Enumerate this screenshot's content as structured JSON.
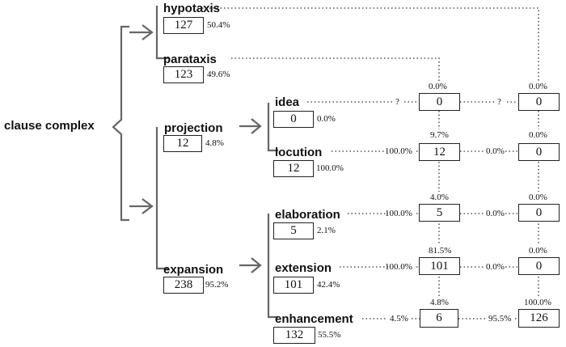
{
  "root": {
    "label": "clause complex"
  },
  "taxis": {
    "hypotaxis": {
      "label": "hypotaxis",
      "count": "127",
      "pct": "50.4%"
    },
    "parataxis": {
      "label": "parataxis",
      "count": "123",
      "pct": "49.6%"
    }
  },
  "logico": {
    "projection": {
      "label": "projection",
      "count": "12",
      "pct": "4.8%"
    },
    "expansion": {
      "label": "expansion",
      "count": "238",
      "pct": "95.2%"
    }
  },
  "projection_types": {
    "idea": {
      "label": "idea",
      "count": "0",
      "pct": "0.0%",
      "link_left": "?",
      "link_right": "?"
    },
    "locution": {
      "label": "locution",
      "count": "12",
      "pct": "100.0%",
      "link_left": "100.0%",
      "link_right": "0.0%"
    }
  },
  "expansion_types": {
    "elaboration": {
      "label": "elaboration",
      "count": "5",
      "pct": "2.1%",
      "link_left": "100.0%",
      "link_right": "0.0%"
    },
    "extension": {
      "label": "extension",
      "count": "101",
      "pct": "42.4%",
      "link_left": "100.0%",
      "link_right": "0.0%"
    },
    "enhancement": {
      "label": "enhancement",
      "count": "132",
      "pct": "55.5%",
      "link_left": "4.5%",
      "link_right": "95.5%"
    }
  },
  "parataxis_column": [
    {
      "count": "0",
      "pct": "0.0%"
    },
    {
      "count": "12",
      "pct": "9.7%"
    },
    {
      "count": "5",
      "pct": "4.0%"
    },
    {
      "count": "101",
      "pct": "81.5%"
    },
    {
      "count": "6",
      "pct": "4.8%"
    }
  ],
  "hypotaxis_column": [
    {
      "count": "0",
      "pct": "0.0%"
    },
    {
      "count": "0",
      "pct": "0.0%"
    },
    {
      "count": "0",
      "pct": "0.0%"
    },
    {
      "count": "0",
      "pct": "0.0%"
    },
    {
      "count": "126",
      "pct": "100.0%"
    }
  ],
  "colors": {
    "line": "#666666",
    "dotted": "#333333",
    "text": "#111111"
  }
}
